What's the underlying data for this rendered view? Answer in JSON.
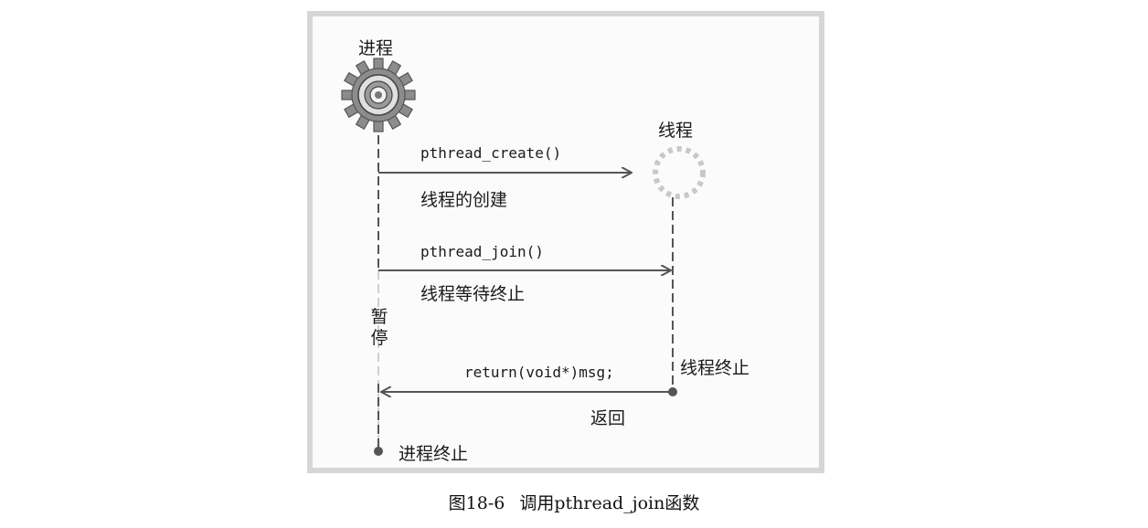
{
  "figure": {
    "process_label": "进程",
    "thread_label": "线程",
    "create_call": "pthread_create()",
    "create_desc": "线程的创建",
    "join_call": "pthread_join()",
    "join_desc": "线程等待终止",
    "pause_label": "暂停",
    "return_call": "return(void*)msg;",
    "thread_end_label": "线程终止",
    "return_label": "返回",
    "process_end_label": "进程终止"
  },
  "caption": {
    "number": "图18-6",
    "text": "调用pthread_join函数"
  },
  "colors": {
    "line": "#555555",
    "thread_circle": "#c8c8c8",
    "frame": "#d6d6d6",
    "gear": "#8c8c8c"
  },
  "icons": [
    "gear-icon",
    "dashed-circle-icon"
  ]
}
